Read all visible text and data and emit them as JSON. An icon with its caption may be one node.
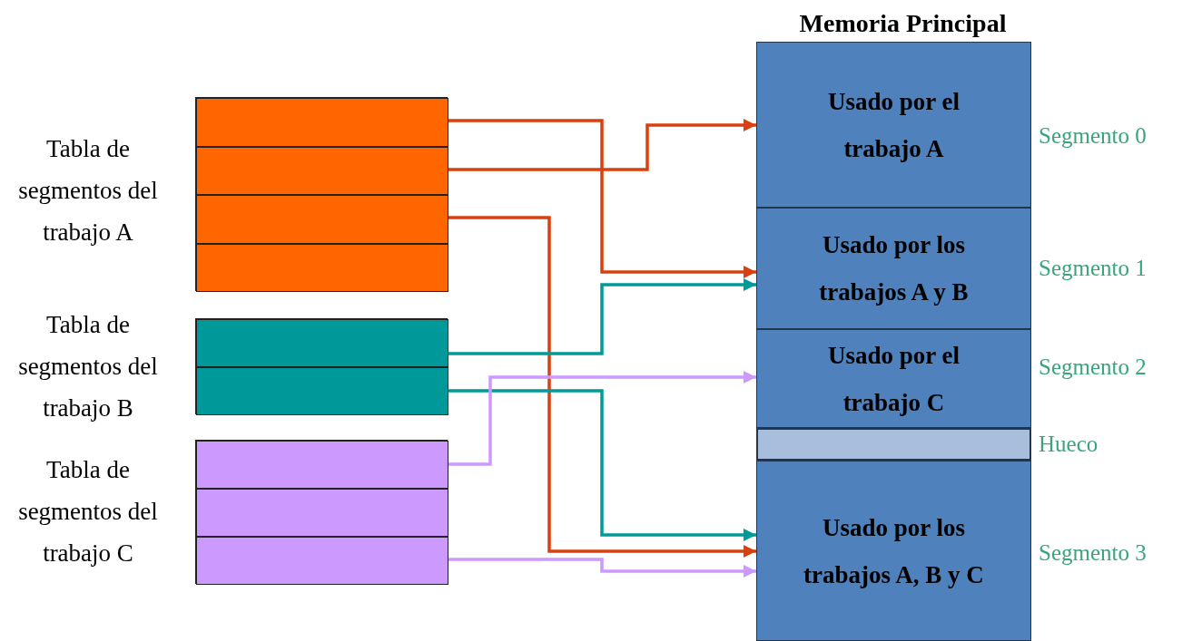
{
  "diagram": {
    "nodes": [
      {
        "text": [
          "Memoria Principal"
        ]
      },
      {
        "text": [
          "Usado por el trabajo A"
        ],
        "in": 0,
        "beside": [
          "Segmento 0"
        ]
      },
      {
        "text": [
          "Usado por los trabajos A y B"
        ],
        "in": 0,
        "beside": [
          "Segmento 1"
        ]
      },
      {
        "text": [
          "Usado por el trabajo C"
        ],
        "in": 0,
        "beside": [
          "Segmento 2"
        ]
      },
      {
        "text": [],
        "shape": "bar",
        "in": 0,
        "beside": [
          "Hueco"
        ]
      },
      {
        "text": [
          "Usado por los trabajos A, B y C"
        ],
        "in": 0,
        "beside": [
          "Segmento 3"
        ]
      },
      {
        "text": [],
        "shape": "box",
        "beside": [
          "Tabla de segmentos del trabajo A"
        ]
      },
      {
        "text": [],
        "shape": "box",
        "in": 6
      },
      {
        "text": [],
        "shape": "box",
        "in": 6
      },
      {
        "text": [],
        "shape": "box",
        "in": 6
      },
      {
        "text": [],
        "shape": "box",
        "in": 6
      },
      {
        "text": [],
        "shape": "box",
        "beside": [
          "Tabla de segmentos del trabajo B"
        ]
      },
      {
        "text": [],
        "shape": "box",
        "in": 11
      },
      {
        "text": [],
        "shape": "box",
        "in": 11
      },
      {
        "text": [],
        "shape": "box",
        "beside": [
          "Tabla de segmentos del trabajo C"
        ]
      },
      {
        "text": [],
        "shape": "box",
        "in": 14
      },
      {
        "text": [],
        "shape": "box",
        "in": 14
      },
      {
        "text": [],
        "shape": "box",
        "in": 14
      }
    ],
    "edges": [
      {
        "from": 7,
        "to": 2,
        "arrow": "to",
        "color": "#d9400f"
      },
      {
        "from": 8,
        "to": 1,
        "arrow": "to",
        "color": "#d9400f"
      },
      {
        "from": 9,
        "to": 5,
        "arrow": "to",
        "color": "#d9400f"
      },
      {
        "from": 12,
        "to": 2,
        "arrow": "to",
        "color": "#009a99"
      },
      {
        "from": 13,
        "to": 5,
        "arrow": "to",
        "color": "#009a99"
      },
      {
        "from": 15,
        "to": 3,
        "arrow": "to",
        "color": "#cc99ff"
      },
      {
        "from": 17,
        "to": 5,
        "arrow": "to",
        "color": "#cc99ff"
      }
    ]
  }
}
